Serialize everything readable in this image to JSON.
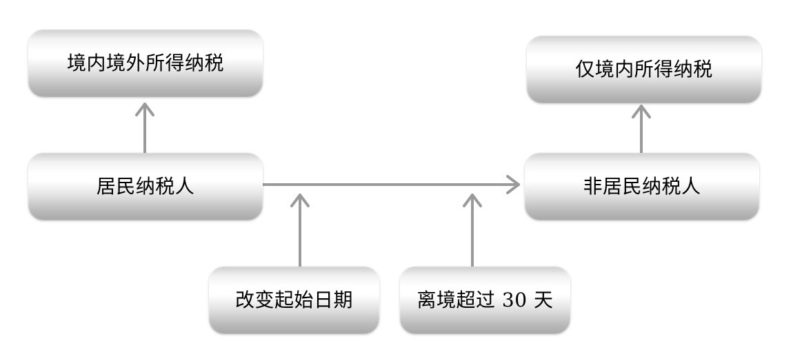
{
  "nodes": {
    "worldwide_tax": {
      "label": "境内境外所得纳税"
    },
    "domestic_tax": {
      "label": "仅境内所得纳税"
    },
    "resident": {
      "label": "居民纳税人"
    },
    "non_resident": {
      "label": "非居民纳税人"
    },
    "change_start_date": {
      "label": "改变起始日期"
    },
    "leave_over_30_days": {
      "label": "离境超过 30 天"
    }
  },
  "colors": {
    "background": "#ffffff",
    "text": "#000000",
    "arrow": "#9a9a9a",
    "box_light": "#ffffff",
    "box_mid": "#e4e4e4",
    "box_dark": "#a8a8a8"
  }
}
